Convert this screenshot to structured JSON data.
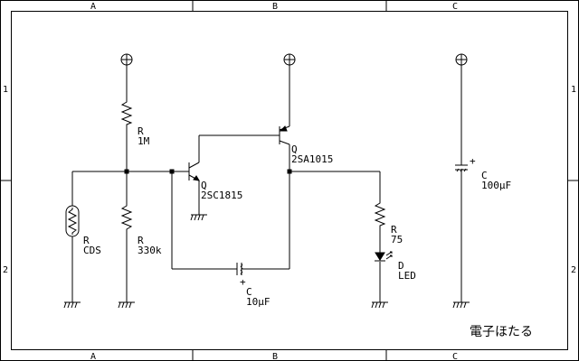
{
  "frame": {
    "columns": [
      "A",
      "B",
      "C"
    ],
    "rows": [
      "1",
      "2"
    ]
  },
  "title": "電子ほたる",
  "components": {
    "r_1m": {
      "ref": "R",
      "value": "1M"
    },
    "r_330k": {
      "ref": "R",
      "value": "330k"
    },
    "r_cds": {
      "ref": "R",
      "value": "CDS"
    },
    "q_2sc1815": {
      "ref": "Q",
      "value": "2SC1815"
    },
    "q_2sa1015": {
      "ref": "Q",
      "value": "2SA1015"
    },
    "c_10uf": {
      "ref": "C",
      "value": "10μF",
      "polarity": "+"
    },
    "r_75": {
      "ref": "R",
      "value": "75"
    },
    "d_led": {
      "ref": "D",
      "value": "LED"
    },
    "c_100uf": {
      "ref": "C",
      "value": "100μF",
      "polarity": "+"
    }
  }
}
